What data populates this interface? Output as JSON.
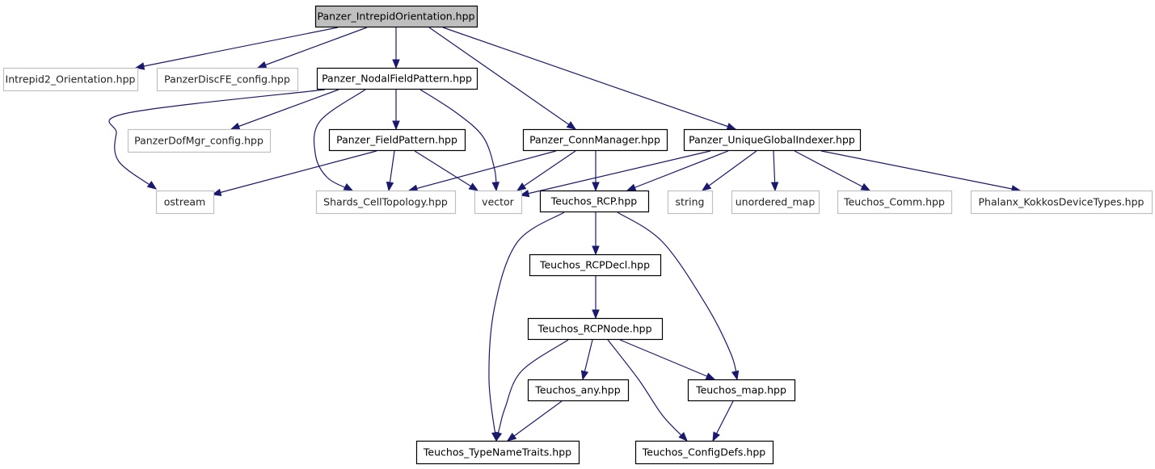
{
  "graph": {
    "colors": {
      "edge": "#191970",
      "root_fill": "#bfbfbf",
      "documented_border": "#000000",
      "external_border": "#c0c0c0"
    },
    "nodes": [
      {
        "id": "root",
        "label": "Panzer_IntrepidOrientation.hpp",
        "kind": "root"
      },
      {
        "id": "intrepid2_orientation",
        "label": "Intrepid2_Orientation.hpp",
        "kind": "external"
      },
      {
        "id": "panzer_discfe_config",
        "label": "PanzerDiscFE_config.hpp",
        "kind": "external"
      },
      {
        "id": "nodal_field_pattern",
        "label": "Panzer_NodalFieldPattern.hpp",
        "kind": "documented"
      },
      {
        "id": "dofmgr_config",
        "label": "PanzerDofMgr_config.hpp",
        "kind": "external"
      },
      {
        "id": "field_pattern",
        "label": "Panzer_FieldPattern.hpp",
        "kind": "documented"
      },
      {
        "id": "conn_manager",
        "label": "Panzer_ConnManager.hpp",
        "kind": "documented"
      },
      {
        "id": "unique_global_indexer",
        "label": "Panzer_UniqueGlobalIndexer.hpp",
        "kind": "documented"
      },
      {
        "id": "ostream",
        "label": "ostream",
        "kind": "external"
      },
      {
        "id": "shards_cell_topology",
        "label": "Shards_CellTopology.hpp",
        "kind": "external"
      },
      {
        "id": "vector",
        "label": "vector",
        "kind": "external"
      },
      {
        "id": "teuchos_rcp",
        "label": "Teuchos_RCP.hpp",
        "kind": "documented"
      },
      {
        "id": "string",
        "label": "string",
        "kind": "external"
      },
      {
        "id": "unordered_map",
        "label": "unordered_map",
        "kind": "external"
      },
      {
        "id": "teuchos_comm",
        "label": "Teuchos_Comm.hpp",
        "kind": "external"
      },
      {
        "id": "phalanx_kokkos",
        "label": "Phalanx_KokkosDeviceTypes.hpp",
        "kind": "external"
      },
      {
        "id": "teuchos_rcpdecl",
        "label": "Teuchos_RCPDecl.hpp",
        "kind": "documented"
      },
      {
        "id": "teuchos_rcpnode",
        "label": "Teuchos_RCPNode.hpp",
        "kind": "documented"
      },
      {
        "id": "teuchos_any",
        "label": "Teuchos_any.hpp",
        "kind": "documented"
      },
      {
        "id": "teuchos_map",
        "label": "Teuchos_map.hpp",
        "kind": "documented"
      },
      {
        "id": "teuchos_typenametraits",
        "label": "Teuchos_TypeNameTraits.hpp",
        "kind": "documented"
      },
      {
        "id": "teuchos_configdefs",
        "label": "Teuchos_ConfigDefs.hpp",
        "kind": "documented"
      }
    ],
    "edges": [
      {
        "from": "root",
        "to": "intrepid2_orientation"
      },
      {
        "from": "root",
        "to": "panzer_discfe_config"
      },
      {
        "from": "root",
        "to": "nodal_field_pattern"
      },
      {
        "from": "root",
        "to": "conn_manager"
      },
      {
        "from": "root",
        "to": "unique_global_indexer"
      },
      {
        "from": "nodal_field_pattern",
        "to": "dofmgr_config"
      },
      {
        "from": "nodal_field_pattern",
        "to": "field_pattern"
      },
      {
        "from": "nodal_field_pattern",
        "to": "ostream"
      },
      {
        "from": "nodal_field_pattern",
        "to": "shards_cell_topology"
      },
      {
        "from": "nodal_field_pattern",
        "to": "vector"
      },
      {
        "from": "field_pattern",
        "to": "ostream"
      },
      {
        "from": "field_pattern",
        "to": "shards_cell_topology"
      },
      {
        "from": "field_pattern",
        "to": "vector"
      },
      {
        "from": "conn_manager",
        "to": "shards_cell_topology"
      },
      {
        "from": "conn_manager",
        "to": "vector"
      },
      {
        "from": "conn_manager",
        "to": "teuchos_rcp"
      },
      {
        "from": "unique_global_indexer",
        "to": "vector"
      },
      {
        "from": "unique_global_indexer",
        "to": "teuchos_rcp"
      },
      {
        "from": "unique_global_indexer",
        "to": "string"
      },
      {
        "from": "unique_global_indexer",
        "to": "unordered_map"
      },
      {
        "from": "unique_global_indexer",
        "to": "teuchos_comm"
      },
      {
        "from": "unique_global_indexer",
        "to": "phalanx_kokkos"
      },
      {
        "from": "teuchos_rcp",
        "to": "teuchos_rcpdecl"
      },
      {
        "from": "teuchos_rcp",
        "to": "teuchos_typenametraits"
      },
      {
        "from": "teuchos_rcp",
        "to": "teuchos_map"
      },
      {
        "from": "teuchos_rcpdecl",
        "to": "teuchos_rcpnode"
      },
      {
        "from": "teuchos_rcpnode",
        "to": "teuchos_any"
      },
      {
        "from": "teuchos_rcpnode",
        "to": "teuchos_map"
      },
      {
        "from": "teuchos_rcpnode",
        "to": "teuchos_typenametraits"
      },
      {
        "from": "teuchos_rcpnode",
        "to": "teuchos_configdefs"
      },
      {
        "from": "teuchos_any",
        "to": "teuchos_typenametraits"
      },
      {
        "from": "teuchos_map",
        "to": "teuchos_configdefs"
      }
    ]
  }
}
